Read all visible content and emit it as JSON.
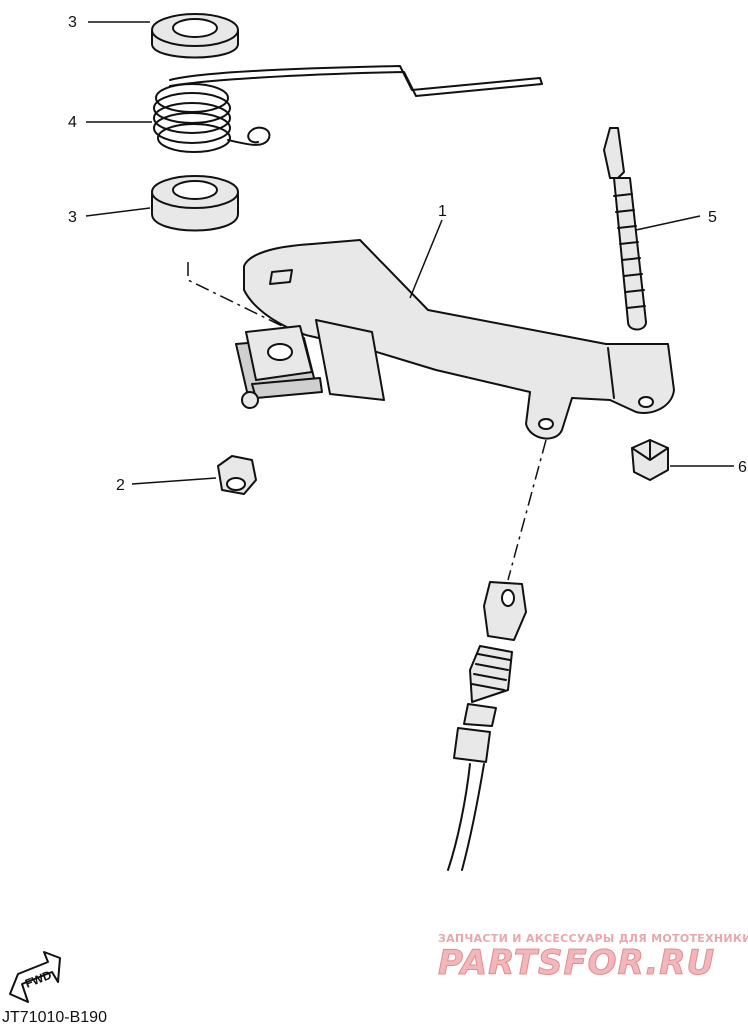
{
  "diagram_code": "JT71010-B190",
  "callouts": {
    "c1": "1",
    "c2": "2",
    "c3a": "3",
    "c3b": "3",
    "c4": "4",
    "c5": "5",
    "c6": "6"
  },
  "fwd_label": "FWD",
  "watermark": {
    "tagline": "ЗАПЧАСТИ И АКСЕССУАРЫ ДЛЯ МОТОТЕХНИКИ",
    "logo": "PARTSFOR.RU"
  }
}
